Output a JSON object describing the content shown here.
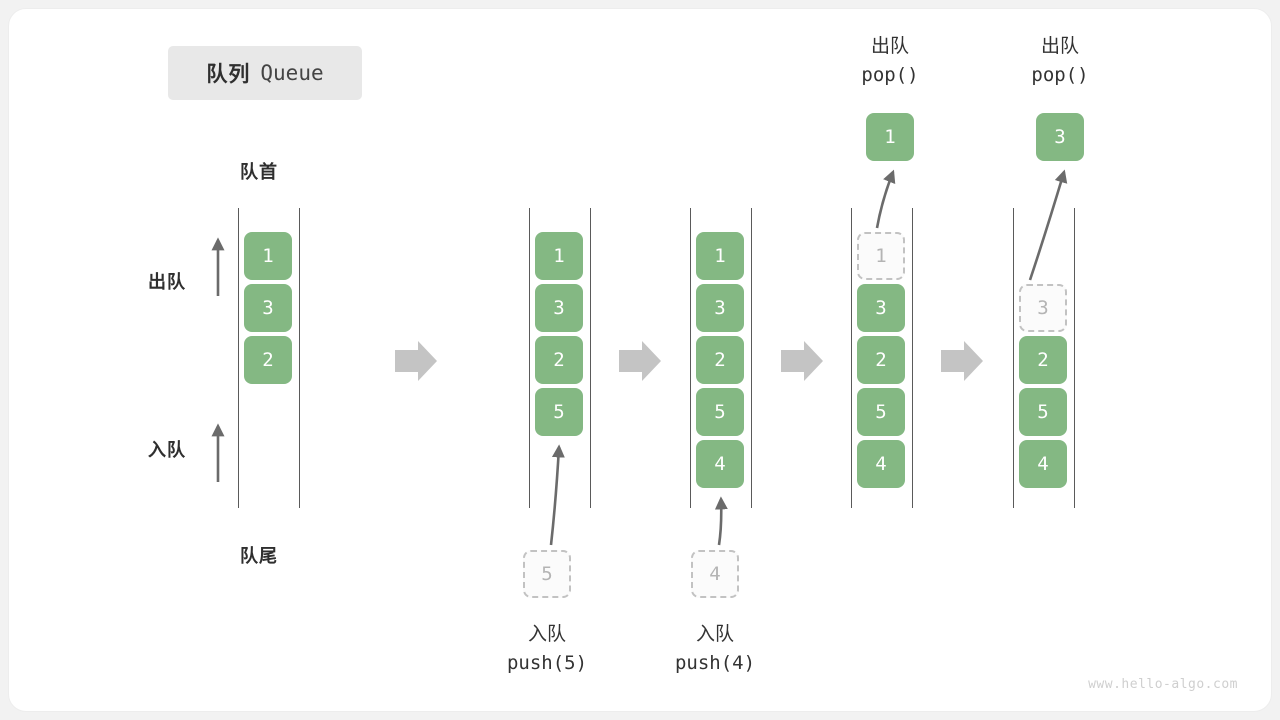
{
  "title": {
    "cn": "队列",
    "en": "Queue"
  },
  "labels": {
    "head": "队首",
    "tail": "队尾",
    "dequeue": "出队",
    "enqueue": "入队"
  },
  "watermark": "www.hello-algo.com",
  "colors": {
    "cell_fill": "#84b883",
    "cell_text": "#ffffff",
    "ghost_border": "#c2c2c2",
    "ghost_text": "#b4b4b4",
    "rail": "#5a5a5a",
    "arrow": "#6b6b6b",
    "step_arrow": "#c4c4c4",
    "accent_number": "#3f9950",
    "chip_bg": "#e8e8e8"
  },
  "stages": [
    {
      "name": "initial",
      "cells": [
        {
          "value": "1",
          "state": "filled"
        },
        {
          "value": "3",
          "state": "filled"
        },
        {
          "value": "2",
          "state": "filled"
        }
      ]
    },
    {
      "name": "after-push-5",
      "cells": [
        {
          "value": "1",
          "state": "filled"
        },
        {
          "value": "3",
          "state": "filled"
        },
        {
          "value": "2",
          "state": "filled"
        },
        {
          "value": "5",
          "state": "filled"
        }
      ],
      "incoming": {
        "value": "5",
        "state": "ghost"
      },
      "caption": {
        "cn": "入队",
        "fn": "push(",
        "arg": "5",
        "fn_end": ")"
      }
    },
    {
      "name": "after-push-4",
      "cells": [
        {
          "value": "1",
          "state": "filled"
        },
        {
          "value": "3",
          "state": "filled"
        },
        {
          "value": "2",
          "state": "filled"
        },
        {
          "value": "5",
          "state": "filled"
        },
        {
          "value": "4",
          "state": "filled"
        }
      ],
      "incoming": {
        "value": "4",
        "state": "ghost"
      },
      "caption": {
        "cn": "入队",
        "fn": "push(",
        "arg": "4",
        "fn_end": ")"
      }
    },
    {
      "name": "after-pop-1",
      "cells": [
        {
          "value": "1",
          "state": "ghost"
        },
        {
          "value": "3",
          "state": "filled"
        },
        {
          "value": "2",
          "state": "filled"
        },
        {
          "value": "5",
          "state": "filled"
        },
        {
          "value": "4",
          "state": "filled"
        }
      ],
      "popped": {
        "value": "1",
        "state": "filled"
      },
      "caption": {
        "cn": "出队",
        "fn": "pop()",
        "arg": "",
        "fn_end": ""
      }
    },
    {
      "name": "after-pop-3",
      "cells": [
        {
          "value": "",
          "state": "empty"
        },
        {
          "value": "3",
          "state": "ghost"
        },
        {
          "value": "2",
          "state": "filled"
        },
        {
          "value": "5",
          "state": "filled"
        },
        {
          "value": "4",
          "state": "filled"
        }
      ],
      "popped": {
        "value": "3",
        "state": "filled"
      },
      "caption": {
        "cn": "出队",
        "fn": "pop()",
        "arg": "",
        "fn_end": ""
      }
    }
  ]
}
